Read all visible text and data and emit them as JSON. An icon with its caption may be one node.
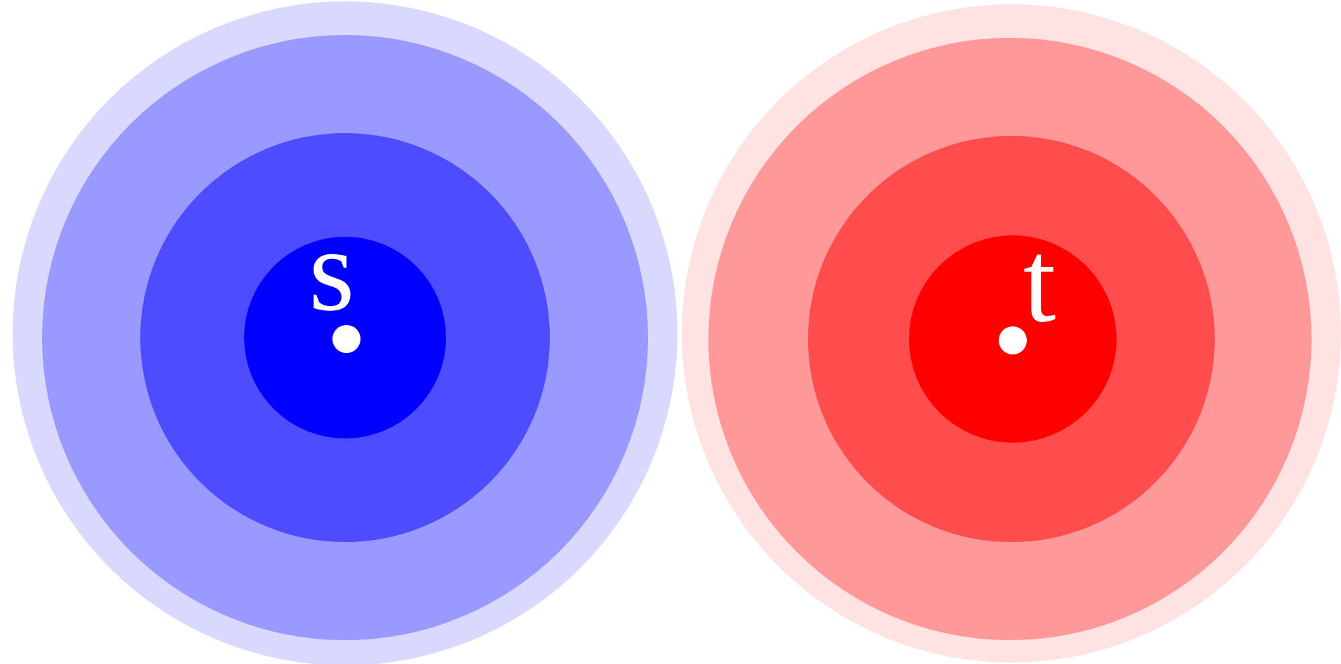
{
  "diagram": {
    "nodes": [
      {
        "text": [],
        "shape": "circle"
      },
      {
        "text": [],
        "shape": "circle",
        "in": 0
      },
      {
        "text": [],
        "shape": "circle",
        "in": 1
      },
      {
        "text": [
          "s"
        ],
        "in": 2
      },
      {
        "text": [],
        "shape": "circle"
      },
      {
        "text": [],
        "shape": "circle",
        "in": 4
      },
      {
        "text": [],
        "shape": "circle",
        "in": 5
      },
      {
        "text": [
          "t"
        ],
        "in": 6
      }
    ]
  }
}
